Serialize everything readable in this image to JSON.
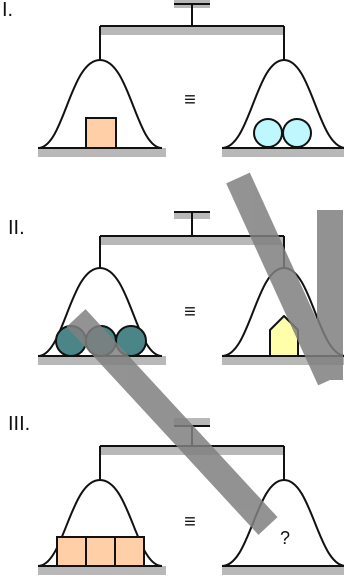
{
  "panels": [
    {
      "label": "I.",
      "operator": "≡",
      "left": {
        "shape": "square",
        "count": 1,
        "fill": "#ffd0a8"
      },
      "right": {
        "shape": "circle",
        "count": 2,
        "fill": "#bff7ff"
      }
    },
    {
      "label": "II.",
      "operator": "≡",
      "left": {
        "shape": "circle",
        "count": 3,
        "fill": "#4a8688"
      },
      "right": {
        "shape": "house",
        "count": 1,
        "fill": "#ffffaa"
      }
    },
    {
      "label": "III.",
      "operator": "≡",
      "left": {
        "shape": "square",
        "count": 3,
        "fill": "#ffd0a8"
      },
      "right": {
        "text": "?"
      }
    }
  ],
  "colors": {
    "outline": "#111111",
    "bar_shadow": "#b8b8b8",
    "watermark": "#808080"
  }
}
